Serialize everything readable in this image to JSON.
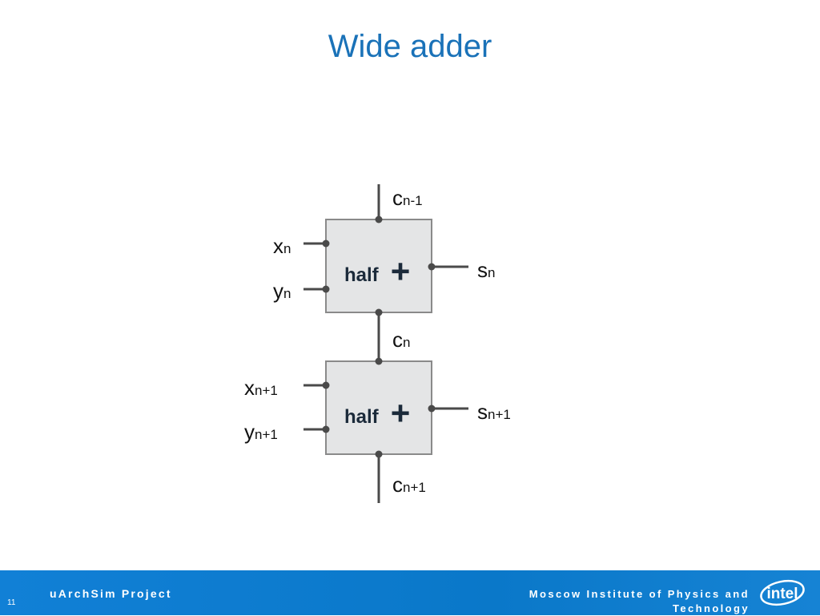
{
  "slide": {
    "title": "Wide adder",
    "page_number": "11"
  },
  "diagram": {
    "blocks": [
      {
        "label": "half",
        "op": "+",
        "inputs": [
          {
            "base": "x",
            "sub": "n"
          },
          {
            "base": "y",
            "sub": "n"
          }
        ],
        "carry_in": {
          "base": "c",
          "sub": "n-1"
        },
        "output": {
          "base": "s",
          "sub": "n"
        },
        "carry_out": {
          "base": "c",
          "sub": "n"
        }
      },
      {
        "label": "half",
        "op": "+",
        "inputs": [
          {
            "base": "x",
            "sub": "n+1"
          },
          {
            "base": "y",
            "sub": "n+1"
          }
        ],
        "carry_in": {
          "base": "c",
          "sub": "n"
        },
        "output": {
          "base": "s",
          "sub": "n+1"
        },
        "carry_out": {
          "base": "c",
          "sub": "n+1"
        }
      }
    ]
  },
  "footer": {
    "project": "uArchSim Project",
    "org_line1": "Moscow Institute of Physics and",
    "org_line2": "Technology",
    "logo_text": "intel"
  },
  "colors": {
    "title": "#1a72b8",
    "footer_bg": "#0a78c9",
    "block_fill": "#e4e5e6",
    "block_border": "#8a8a8a",
    "wire": "#4a4a4a"
  }
}
